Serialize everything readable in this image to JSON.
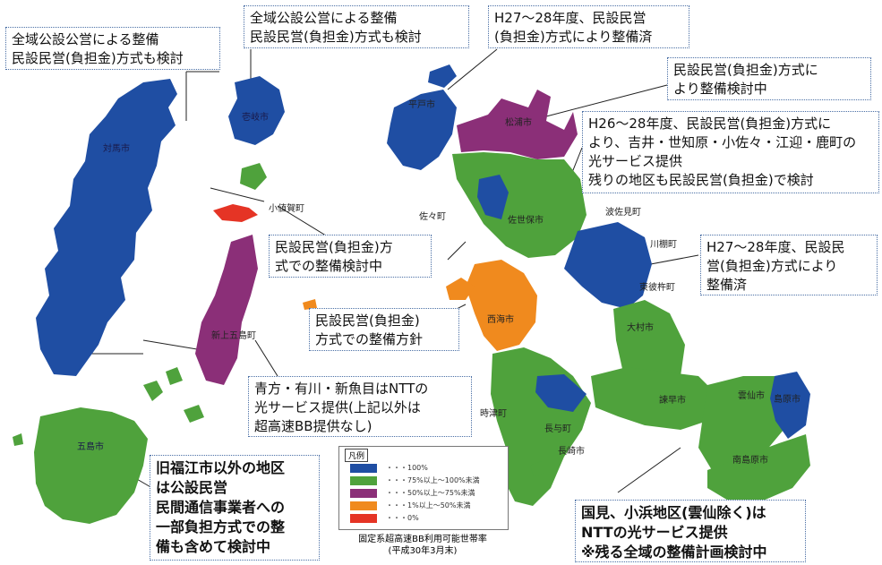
{
  "colors": {
    "full": "#1f4ea3",
    "high": "#4fa23c",
    "mid": "#8b2f78",
    "low": "#f08a1e",
    "zero": "#e53425"
  },
  "cities": {
    "tsushima": "対馬市",
    "iki": "壱岐市",
    "hirado": "平戸市",
    "matsuura": "松浦市",
    "sasa": "佐々町",
    "sasebo": "佐世保市",
    "ojika": "小値賀町",
    "hasami": "波佐見町",
    "kawatana": "川棚町",
    "higashisonogi": "東彼杵町",
    "saikai": "西海市",
    "omura": "大村市",
    "shinkamigoto": "新上五島町",
    "isahaya": "諫早市",
    "unzen": "雲仙市",
    "shimabara": "島原市",
    "togitsu": "時津町",
    "nagayo": "長与町",
    "nagasaki": "長崎市",
    "minamishimabara": "南島原市",
    "goto": "五島市"
  },
  "callouts": {
    "tsushima": "全域公設公営による整備\n民設民営(負担金)方式も検討",
    "iki": "全域公設公営による整備\n民設民営(負担金)方式も検討",
    "hirado": "H27～28年度、民設民営\n(負担金)方式により整備済",
    "matsuura": "民設民営(負担金)方式に\nより整備検討中",
    "sasebo": "H26～28年度、民設民営(負担金)方式に\nより、吉井・世知原・小佐々・江迎・鹿町の\n光サービス提供\n残りの地区も民設民営(負担金)で検討",
    "kawatana": "H27～28年度、民設民\n営(負担金)方式により\n整備済",
    "ojika": "民設民営(負担金)方\n式での整備検討中",
    "saikai": "民設民営(負担金)\n方式での整備方針",
    "shinkamigoto": "青方・有川・新魚目はNTTの\n光サービス提供(上記以外は\n超高速BB提供なし)",
    "goto": "旧福江市以外の地区\nは公設民営\n民間通信事業者への\n一部負担方式での整\n備も含めて検討中",
    "unzen": "国見、小浜地区(雲仙除く)は\nNTTの光サービス提供\n※残る全域の整備計画検討中"
  },
  "legend": {
    "title": "凡例",
    "items": [
      {
        "label": "・・・100%",
        "color": "#1f4ea3"
      },
      {
        "label": "・・・75%以上～100%未満",
        "color": "#4fa23c"
      },
      {
        "label": "・・・50%以上～75%未満",
        "color": "#8b2f78"
      },
      {
        "label": "・・・1%以上～50%未満",
        "color": "#f08a1e"
      },
      {
        "label": "・・・0%",
        "color": "#e53425"
      }
    ]
  },
  "caption": "固定系超高速BB利用可能世帯率\n(平成30年3月末)"
}
